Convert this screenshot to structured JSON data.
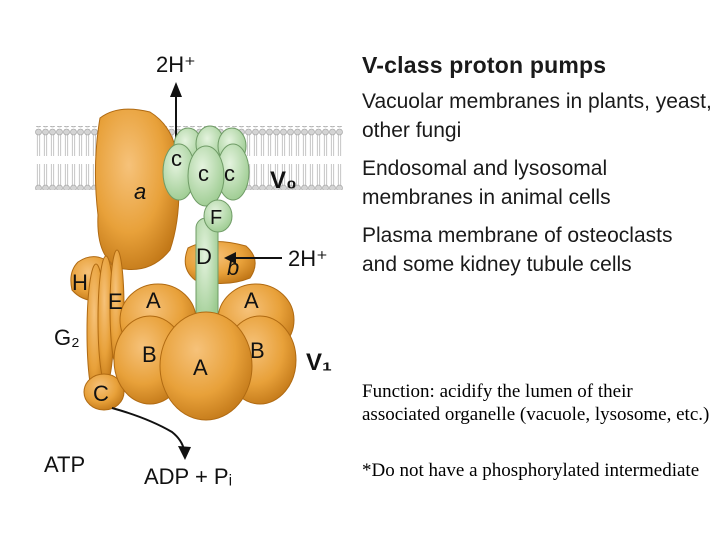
{
  "diagram": {
    "proton_top": "2H⁺",
    "proton_side": "2H⁺",
    "subunit_a": "a",
    "subunit_c1": "c",
    "subunit_c2": "c",
    "subunit_c3": "c",
    "subunit_F": "F",
    "subunit_D": "D",
    "subunit_b": "b",
    "subunit_H": "H",
    "subunit_E": "E",
    "subunit_G2": "G₂",
    "subunit_C": "C",
    "subunit_A1": "A",
    "subunit_A2": "A",
    "subunit_A3": "A",
    "subunit_B1": "B",
    "subunit_B2": "B",
    "domain_V0": "V₀",
    "domain_V1": "V₁",
    "atp": "ATP",
    "products": "ADP + Pᵢ"
  },
  "panel": {
    "title": "V-class proton pumps",
    "locations": [
      "Vacuolar membranes in plants, yeast, other fungi",
      "Endosomal and lysosomal membranes in animal cells",
      "Plasma membrane of osteoclasts and some kidney tubule cells"
    ]
  },
  "function": {
    "text": "Function:  acidify the lumen of their associated organelle (vacuole, lysosome, etc.)",
    "note": "*Do not have a phosphorylated intermediate"
  },
  "colors": {
    "orange": "#e8a13a",
    "orange_dark": "#b06a12",
    "green": "#bfe0b5",
    "membrane": "#c8c8c8"
  }
}
